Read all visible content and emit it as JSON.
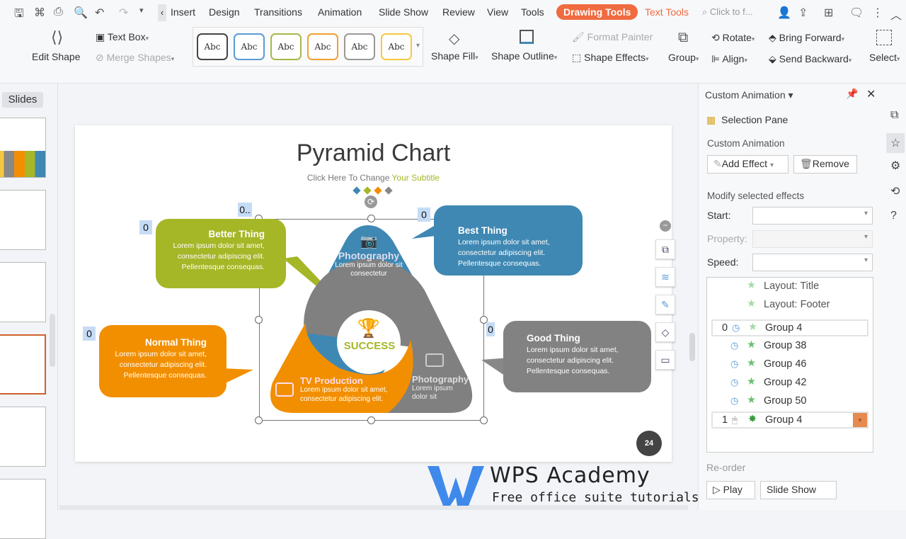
{
  "menu": {
    "tabs": [
      "Insert",
      "Design",
      "Transitions",
      "Animation",
      "Slide Show",
      "Review",
      "View",
      "Tools"
    ],
    "drawing_tools": "Drawing Tools",
    "text_tools": "Text Tools",
    "search_placeholder": "Click to f..."
  },
  "ribbon": {
    "edit_shape": "Edit Shape",
    "text_box": "Text Box",
    "merge_shapes": "Merge Shapes",
    "style_sample": "Abc",
    "style_colors": [
      "#444444",
      "#5b9bd5",
      "#a5b94a",
      "#f0a030",
      "#999999",
      "#f5c842"
    ],
    "shape_fill": "Shape Fill",
    "shape_outline": "Shape Outline",
    "format_painter": "Format Painter",
    "shape_effects": "Shape Effects",
    "group": "Group",
    "rotate": "Rotate",
    "align": "Align",
    "bring_forward": "Bring Forward",
    "send_backward": "Send Backward",
    "select": "Select"
  },
  "slides_panel": {
    "tab": "Slides",
    "selected_index": 3
  },
  "slide": {
    "title": "Pyramid Chart",
    "subtitle_a": "Click Here To Change ",
    "subtitle_b": "Your Subtitle",
    "page_number": "24",
    "callouts": {
      "better": {
        "title": "Better Thing",
        "body": "Lorem ipsum dolor sit amet, consectetur adipiscing elit. Pellentesque consequas."
      },
      "best": {
        "title": "Best Thing",
        "body": "Lorem ipsum dolor sit amet, consectetur adipiscing elit. Pellentesque consequas."
      },
      "normal": {
        "title": "Normal Thing",
        "body": "Lorem ipsum dolor sit amet, consectetur adipiscing elit. Pellentesque consequas."
      },
      "good": {
        "title": "Good Thing",
        "body": "Lorem ipsum dolor sit amet, consectetur adipiscing elit. Pellentesque consequas."
      }
    },
    "segments": {
      "top_title": "Photography",
      "top_body": "Lorem ipsum dolor sit consectetur",
      "left_title": "TV Production",
      "left_body": "Lorem ipsum dolor sit amet, consectetur adipiscing elit.",
      "right_title": "Photography",
      "right_body": "Lorem ipsum dolor sit",
      "center": "SUCCESS"
    },
    "anim_tags": [
      "0",
      "0..",
      "0",
      "0",
      "0"
    ],
    "colors": {
      "blue": "#3f88b3",
      "green": "#a5b627",
      "orange": "#f28f00",
      "gray": "#808080"
    }
  },
  "pane": {
    "title": "Custom Animation",
    "selection_pane": "Selection Pane",
    "section": "Custom Animation",
    "add_effect": "Add Effect",
    "remove": "Remove",
    "modify": "Modify selected effects",
    "start": "Start:",
    "property": "Property:",
    "speed": "Speed:",
    "items": [
      {
        "num": "",
        "label": "Layout: Title"
      },
      {
        "num": "",
        "label": "Layout: Footer"
      },
      {
        "num": "0",
        "label": "Group 4"
      },
      {
        "num": "",
        "label": "Group 38"
      },
      {
        "num": "",
        "label": "Group 46"
      },
      {
        "num": "",
        "label": "Group 42"
      },
      {
        "num": "",
        "label": "Group 50"
      },
      {
        "num": "1",
        "label": "Group 4"
      }
    ],
    "reorder": "Re-order",
    "play": "Play",
    "slide_show": "Slide Show"
  },
  "watermark": {
    "brand": "WPS Academy",
    "tagline": "Free office suite tutorials"
  }
}
